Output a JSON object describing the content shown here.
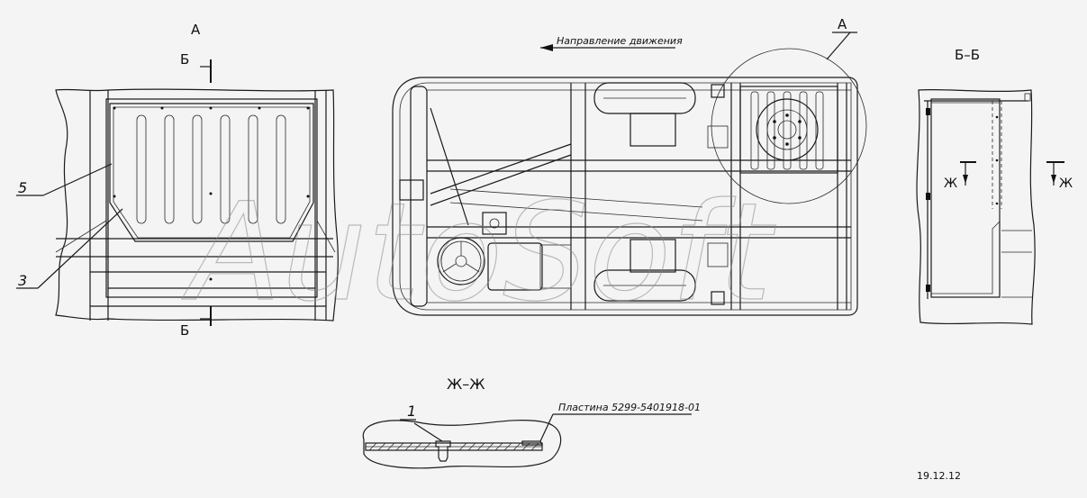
{
  "labels": {
    "view_a_left": "А",
    "section_b_top": "Б",
    "section_b_bottom": "Б",
    "callout_5": "5",
    "callout_3": "3",
    "direction": "Направление движения",
    "view_a_right": "А",
    "section_bb_title": "Б–Б",
    "zh_left": "Ж",
    "zh_right": "Ж",
    "section_zz_title": "Ж–Ж",
    "callout_1": "1",
    "plate_note": "Пластина 5299-5401918-01",
    "date": "19.12.12"
  },
  "watermark": "AutoSoft"
}
